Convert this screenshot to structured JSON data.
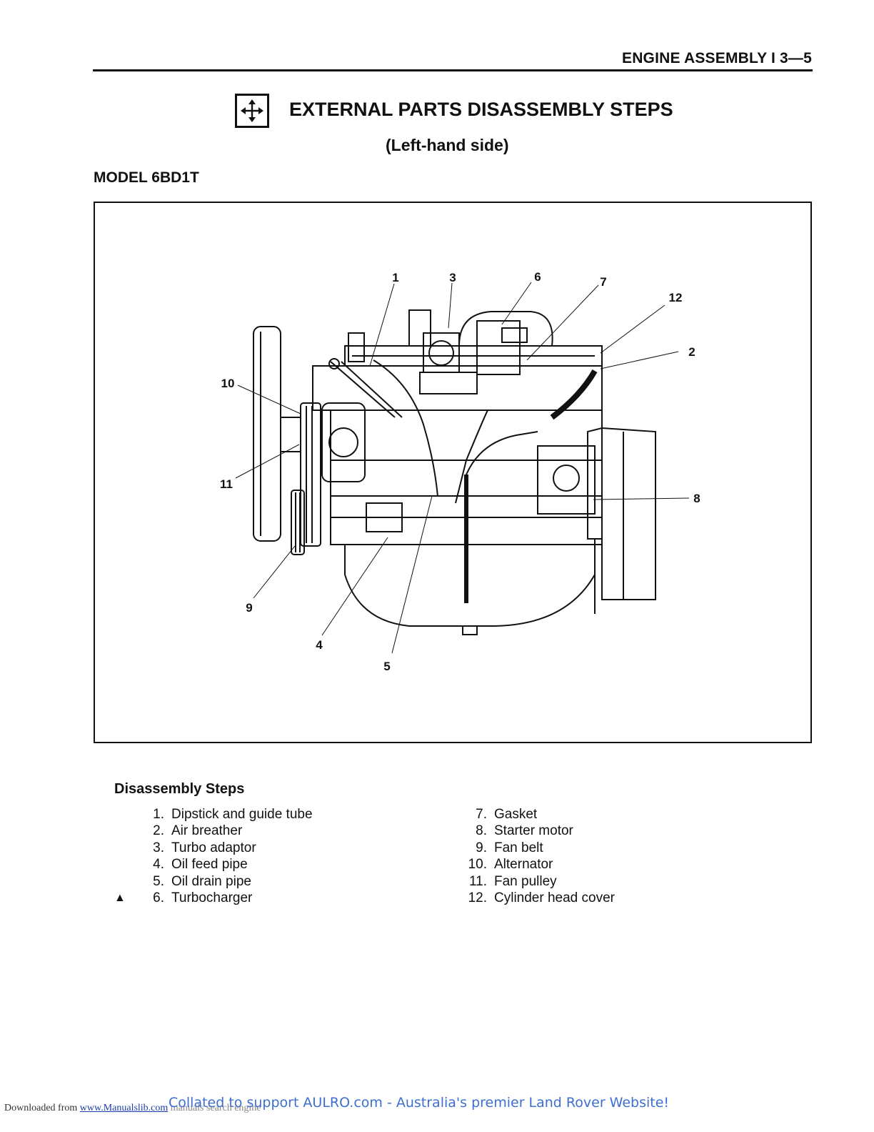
{
  "header": {
    "title": "ENGINE ASSEMBLY I 3—5"
  },
  "section": {
    "icon": "disassembly-arrows-icon",
    "title": "EXTERNAL PARTS DISASSEMBLY STEPS",
    "subtitle": "(Left-hand side)"
  },
  "model": "MODEL 6BD1T",
  "figure": {
    "callouts": [
      "1",
      "3",
      "6",
      "7",
      "12",
      "2",
      "10",
      "11",
      "8",
      "9",
      "4",
      "5"
    ]
  },
  "steps": {
    "heading": "Disassembly Steps",
    "left": [
      {
        "mark": "",
        "num": "1.",
        "label": "Dipstick and guide tube"
      },
      {
        "mark": "",
        "num": "2.",
        "label": "Air breather"
      },
      {
        "mark": "",
        "num": "3.",
        "label": "Turbo adaptor"
      },
      {
        "mark": "",
        "num": "4.",
        "label": "Oil feed pipe"
      },
      {
        "mark": "",
        "num": "5.",
        "label": "Oil drain pipe"
      },
      {
        "mark": "▲",
        "num": "6.",
        "label": "Turbocharger"
      }
    ],
    "right": [
      {
        "num": "7.",
        "label": "Gasket"
      },
      {
        "num": "8.",
        "label": "Starter motor"
      },
      {
        "num": "9.",
        "label": "Fan belt"
      },
      {
        "num": "10.",
        "label": "Alternator"
      },
      {
        "num": "11.",
        "label": "Fan pulley"
      },
      {
        "num": "12.",
        "label": "Cylinder head cover"
      }
    ]
  },
  "footer": {
    "prefix": "Downloaded from ",
    "link": "www.Manualslib.com",
    "suffix": " manuals search engine",
    "collated": "Collated to support AULRO.com - Australia's premier Land Rover Website!"
  }
}
